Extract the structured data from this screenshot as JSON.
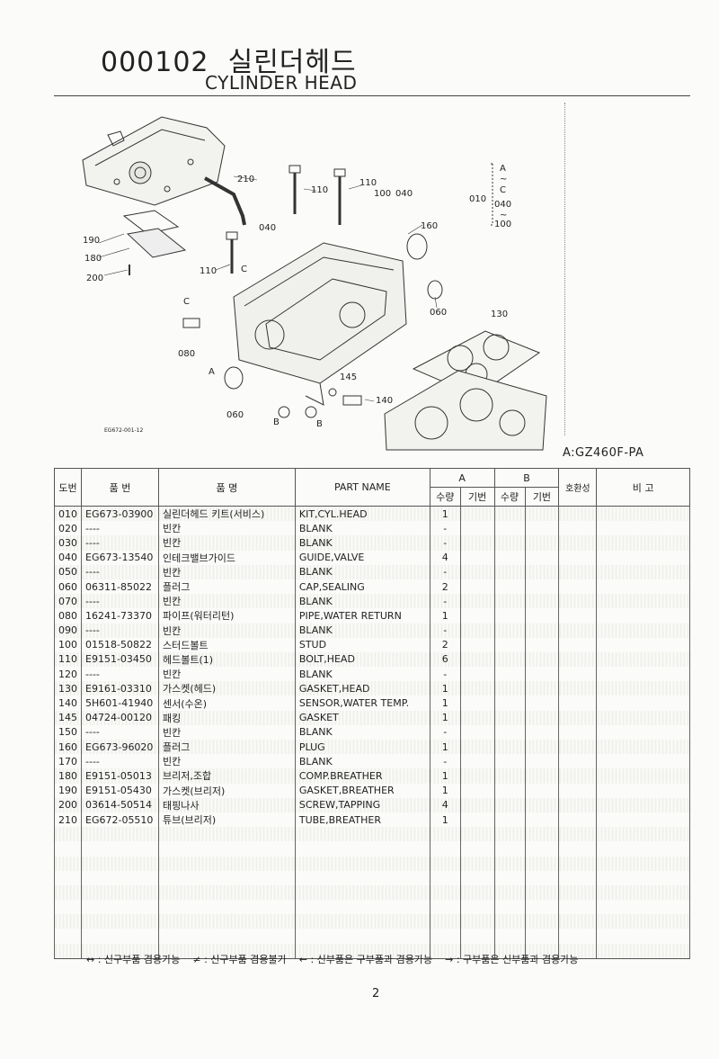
{
  "header": {
    "code": "000102",
    "title_ko": "실린더헤드",
    "title_en": "CYLINDER HEAD"
  },
  "diagram": {
    "callouts": [
      "210",
      "110",
      "110",
      "100",
      "040",
      "010",
      "A",
      "~",
      "C",
      "040",
      "~",
      "100",
      "160",
      "190",
      "180",
      "200",
      "040",
      "110",
      "C",
      "C",
      "060",
      "080",
      "A",
      "130",
      "145",
      "140",
      "060",
      "B",
      "B",
      "EG672-001-12"
    ],
    "model_label": "A:GZ460F-PA"
  },
  "table": {
    "headers": {
      "no": "도번",
      "part_no": "품 번",
      "name_ko": "품 명",
      "part_name": "PART NAME",
      "a": "A",
      "b": "B",
      "qty": "수량",
      "base": "기번",
      "compat": "호환성",
      "remarks": "비 고"
    },
    "rows": [
      {
        "no": "010",
        "part_no": "EG673-03900",
        "name_ko": "실린더헤드 키트(서비스)",
        "name": "KIT,CYL.HEAD",
        "qty": "1"
      },
      {
        "no": "020",
        "part_no": "----",
        "name_ko": "빈칸",
        "name": "BLANK",
        "qty": "-"
      },
      {
        "no": "030",
        "part_no": "----",
        "name_ko": "빈칸",
        "name": "BLANK",
        "qty": "-"
      },
      {
        "no": "040",
        "part_no": "EG673-13540",
        "name_ko": "인테크밸브가이드",
        "name": "GUIDE,VALVE",
        "qty": "4"
      },
      {
        "no": "050",
        "part_no": "----",
        "name_ko": "빈칸",
        "name": "BLANK",
        "qty": "-"
      },
      {
        "no": "060",
        "part_no": "06311-85022",
        "name_ko": "플러그",
        "name": "CAP,SEALING",
        "qty": "2"
      },
      {
        "no": "070",
        "part_no": "----",
        "name_ko": "빈칸",
        "name": "BLANK",
        "qty": "-"
      },
      {
        "no": "080",
        "part_no": "16241-73370",
        "name_ko": "파이프(워터리턴)",
        "name": "PIPE,WATER RETURN",
        "qty": "1"
      },
      {
        "no": "090",
        "part_no": "----",
        "name_ko": "빈칸",
        "name": "BLANK",
        "qty": "-"
      },
      {
        "no": "100",
        "part_no": "01518-50822",
        "name_ko": "스터드볼트",
        "name": "STUD",
        "qty": "2"
      },
      {
        "no": "110",
        "part_no": "E9151-03450",
        "name_ko": "헤드볼트(1)",
        "name": "BOLT,HEAD",
        "qty": "6"
      },
      {
        "no": "120",
        "part_no": "----",
        "name_ko": "빈칸",
        "name": "BLANK",
        "qty": "-"
      },
      {
        "no": "130",
        "part_no": "E9161-03310",
        "name_ko": "가스켓(헤드)",
        "name": "GASKET,HEAD",
        "qty": "1"
      },
      {
        "no": "140",
        "part_no": "5H601-41940",
        "name_ko": "센서(수온)",
        "name": "SENSOR,WATER TEMP.",
        "qty": "1"
      },
      {
        "no": "145",
        "part_no": "04724-00120",
        "name_ko": "패킹",
        "name": "GASKET",
        "qty": "1"
      },
      {
        "no": "150",
        "part_no": "----",
        "name_ko": "빈칸",
        "name": "BLANK",
        "qty": "-"
      },
      {
        "no": "160",
        "part_no": "EG673-96020",
        "name_ko": "플러그",
        "name": "PLUG",
        "qty": "1"
      },
      {
        "no": "170",
        "part_no": "----",
        "name_ko": "빈칸",
        "name": "BLANK",
        "qty": "-"
      },
      {
        "no": "180",
        "part_no": "E9151-05013",
        "name_ko": "브리저,조합",
        "name": "COMP.BREATHER",
        "qty": "1"
      },
      {
        "no": "190",
        "part_no": "E9151-05430",
        "name_ko": "가스켓(브리저)",
        "name": "GASKET,BREATHER",
        "qty": "1"
      },
      {
        "no": "200",
        "part_no": "03614-50514",
        "name_ko": "태핑나사",
        "name": "SCREW,TAPPING",
        "qty": "4"
      },
      {
        "no": "210",
        "part_no": "EG672-05510",
        "name_ko": "튜브(브리저)",
        "name": "TUBE,BREATHER",
        "qty": "1"
      }
    ],
    "empty_rows": 9
  },
  "legend": [
    "↔ : 신구부품 겸용가능",
    "≠ : 신구부품 겸용불가",
    "← : 신부품은 구부품과 겸용가능",
    "→ : 구부품은 신부품과 겸용가능"
  ],
  "page_number": "2"
}
